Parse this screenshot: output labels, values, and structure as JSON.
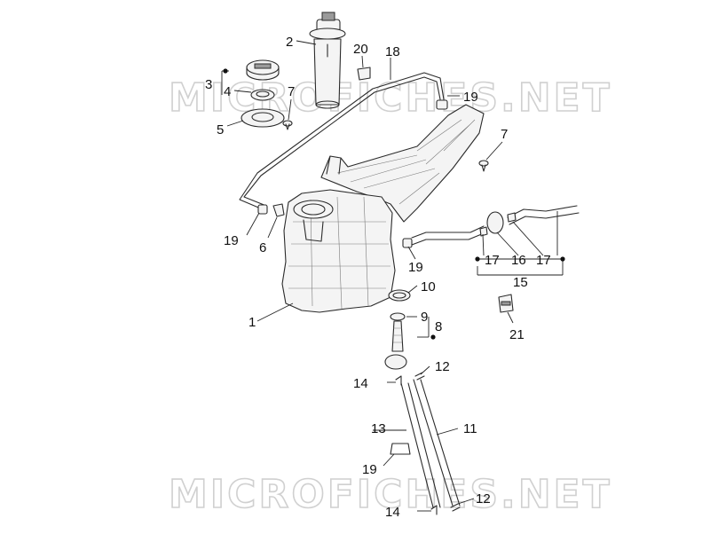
{
  "watermark": "MICROFICHES.NET",
  "callouts": {
    "c1": "1",
    "c2": "2",
    "c3": "3",
    "c4": "4",
    "c5": "5",
    "c6": "6",
    "c7a": "7",
    "c7b": "7",
    "c8": "8",
    "c9": "9",
    "c10": "10",
    "c11": "11",
    "c12a": "12",
    "c12b": "12",
    "c13": "13",
    "c14a": "14",
    "c14b": "14",
    "c15": "15",
    "c16": "16",
    "c17a": "17",
    "c17b": "17",
    "c18": "18",
    "c19a": "19",
    "c19b": "19",
    "c19c": "19",
    "c19d": "19",
    "c20": "20",
    "c21": "21"
  }
}
